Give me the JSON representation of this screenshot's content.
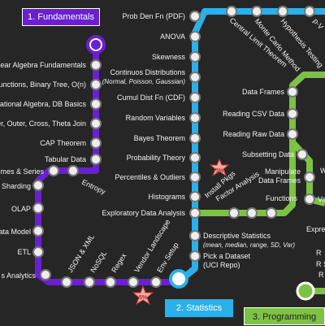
{
  "colors": {
    "background": "#262626",
    "fundamentals_line": "#6a1fd0",
    "statistics_line": "#2ab0ea",
    "programming_line": "#7cc243",
    "badge_fill": "#f7a6a6",
    "badge_text": "#7b0000",
    "station_fill": "#eeeeee",
    "station_stroke": "#777777"
  },
  "lines": {
    "fundamentals": {
      "label": "1. Fundamentals"
    },
    "statistics": {
      "label": "2. Statistics"
    },
    "programming": {
      "label": "3. Programming"
    }
  },
  "fundamentals_stations": [
    "near Algebra Fundamentals",
    "Functions, Binary Tree, O(n)",
    "lational Algebra, DB Basics",
    "er, Outer, Cross, Theta Join",
    "CAP Theorem",
    "Tabular Data",
    "mes & Series",
    "Entropy",
    "Sharding",
    "OLAP",
    "Data Model",
    "ETL",
    "s Analytics",
    "JSON & XML",
    "NoSQL",
    "Regex",
    "Vendor Landscape",
    "Env Setup"
  ],
  "statistics_stations": [
    "Prob Den Fn (PDF)",
    "ANOVA",
    "Skewness",
    "Continuos Distributions",
    "Cumul Dist Fn (CDF)",
    "Random Variables",
    "Bayes Theorem",
    "Probability Theory",
    "Percentiles & Outliers",
    "Histograms",
    "Exploratory Data Analysis",
    "Descriptive Statistics",
    "Pick a Dataset",
    "Central Limit Theorem",
    "Monte Carlo Method",
    "Hypothesis Testing",
    "p-V",
    "Install Pkgs",
    "Factor Analysis"
  ],
  "statistics_sublabels": {
    "continuous": "(Normal, Poisson, Gaussian)",
    "descriptive": "(mean, median, range, SD, Var)",
    "dataset": "(UCI Repo)"
  },
  "programming_stations": [
    "Data Frames",
    "Reading CSV Data",
    "Reading Raw Data",
    "Subsetting Data",
    "Manipulate",
    "Data Frames",
    "Functions",
    "Va",
    "W",
    "Expre",
    "R",
    "R S",
    "R"
  ],
  "badges": [
    "5%",
    "5%"
  ]
}
